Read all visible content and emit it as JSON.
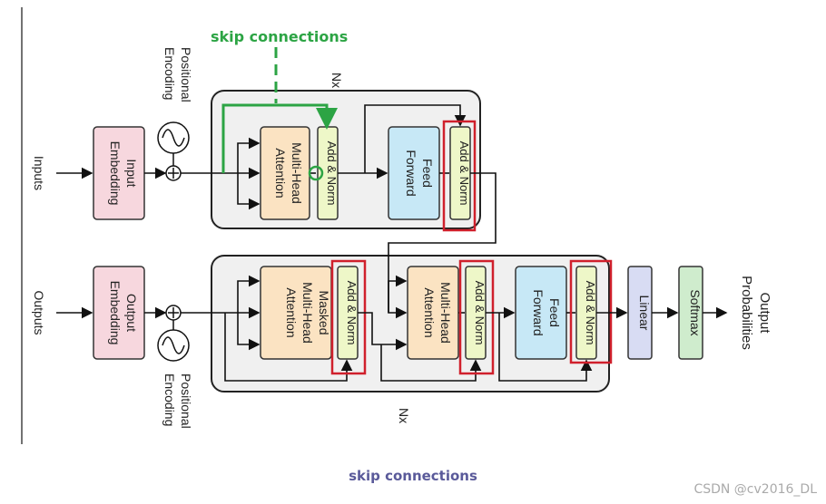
{
  "labels": {
    "skip_top": "skip connections",
    "nx_top": "Nx",
    "nx_bottom": "Nx",
    "inputs": "Inputs",
    "outputs": "Outputs",
    "pos_enc_top_1": "Positional",
    "pos_enc_top_2": "Encoding",
    "pos_enc_bottom_1": "Positional",
    "pos_enc_bottom_2": "Encoding",
    "input_emb_1": "Input",
    "input_emb_2": "Embedding",
    "output_emb_1": "Output",
    "output_emb_2": "Embedding",
    "mha_1": "Multi-Head",
    "mha_2": "Attention",
    "addnorm": "Add & Norm",
    "ff_1": "Feed",
    "ff_2": "Forward",
    "masked_1": "Masked",
    "masked_2": "Multi-Head",
    "masked_3": "Attention",
    "linear": "Linear",
    "softmax": "Softmax",
    "out_prob_1": "Output",
    "out_prob_2": "Probabilities"
  },
  "caption": "skip connections",
  "watermark": "CSDN @cv2016_DL",
  "colors": {
    "attention": "#fbe3c2",
    "addnorm": "#eef7c8",
    "feedforward": "#c7e8f6",
    "embedding": "#f7d7de",
    "linear": "#d8dcf3",
    "softmax": "#cfeccd",
    "highlight": "#d0202c",
    "skip": "#2ca444"
  }
}
